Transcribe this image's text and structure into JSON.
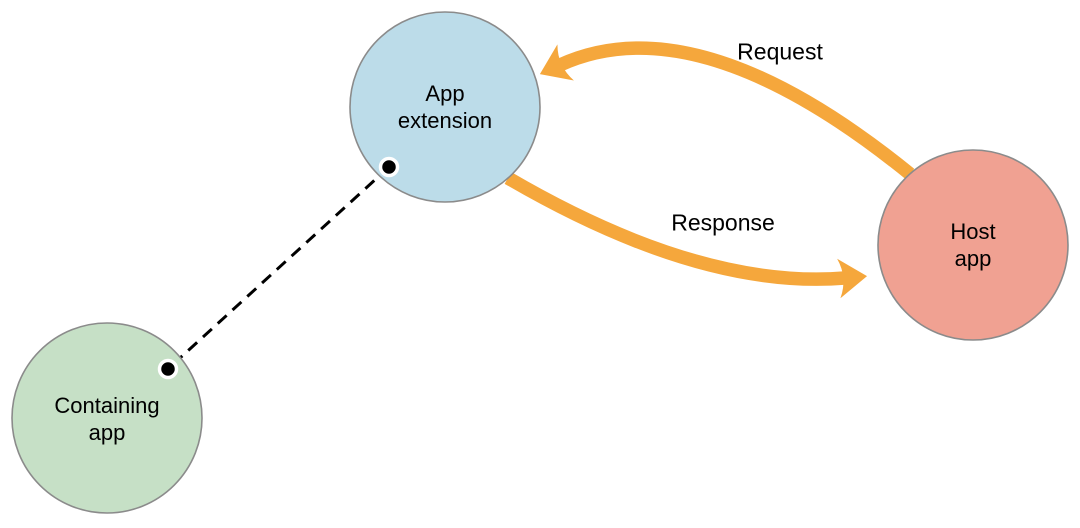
{
  "diagram": {
    "nodes": [
      {
        "id": "app-extension",
        "label": "App extension",
        "lines": [
          "App",
          "extension"
        ],
        "fill": "#bcdce9"
      },
      {
        "id": "host-app",
        "label": "Host app",
        "lines": [
          "Host",
          "app"
        ],
        "fill": "#f0a192"
      },
      {
        "id": "containing-app",
        "label": "Containing app",
        "lines": [
          "Containing",
          "app"
        ],
        "fill": "#c6e0c6"
      }
    ],
    "arrows": [
      {
        "id": "request",
        "label": "Request",
        "from": "Host app",
        "to": "App extension",
        "color": "#f5a73c"
      },
      {
        "id": "response",
        "label": "Response",
        "from": "App extension",
        "to": "Host app",
        "color": "#f5a73c"
      }
    ],
    "link": {
      "style": "dashed",
      "from": "App extension",
      "to": "Containing app",
      "color": "#000000"
    }
  }
}
